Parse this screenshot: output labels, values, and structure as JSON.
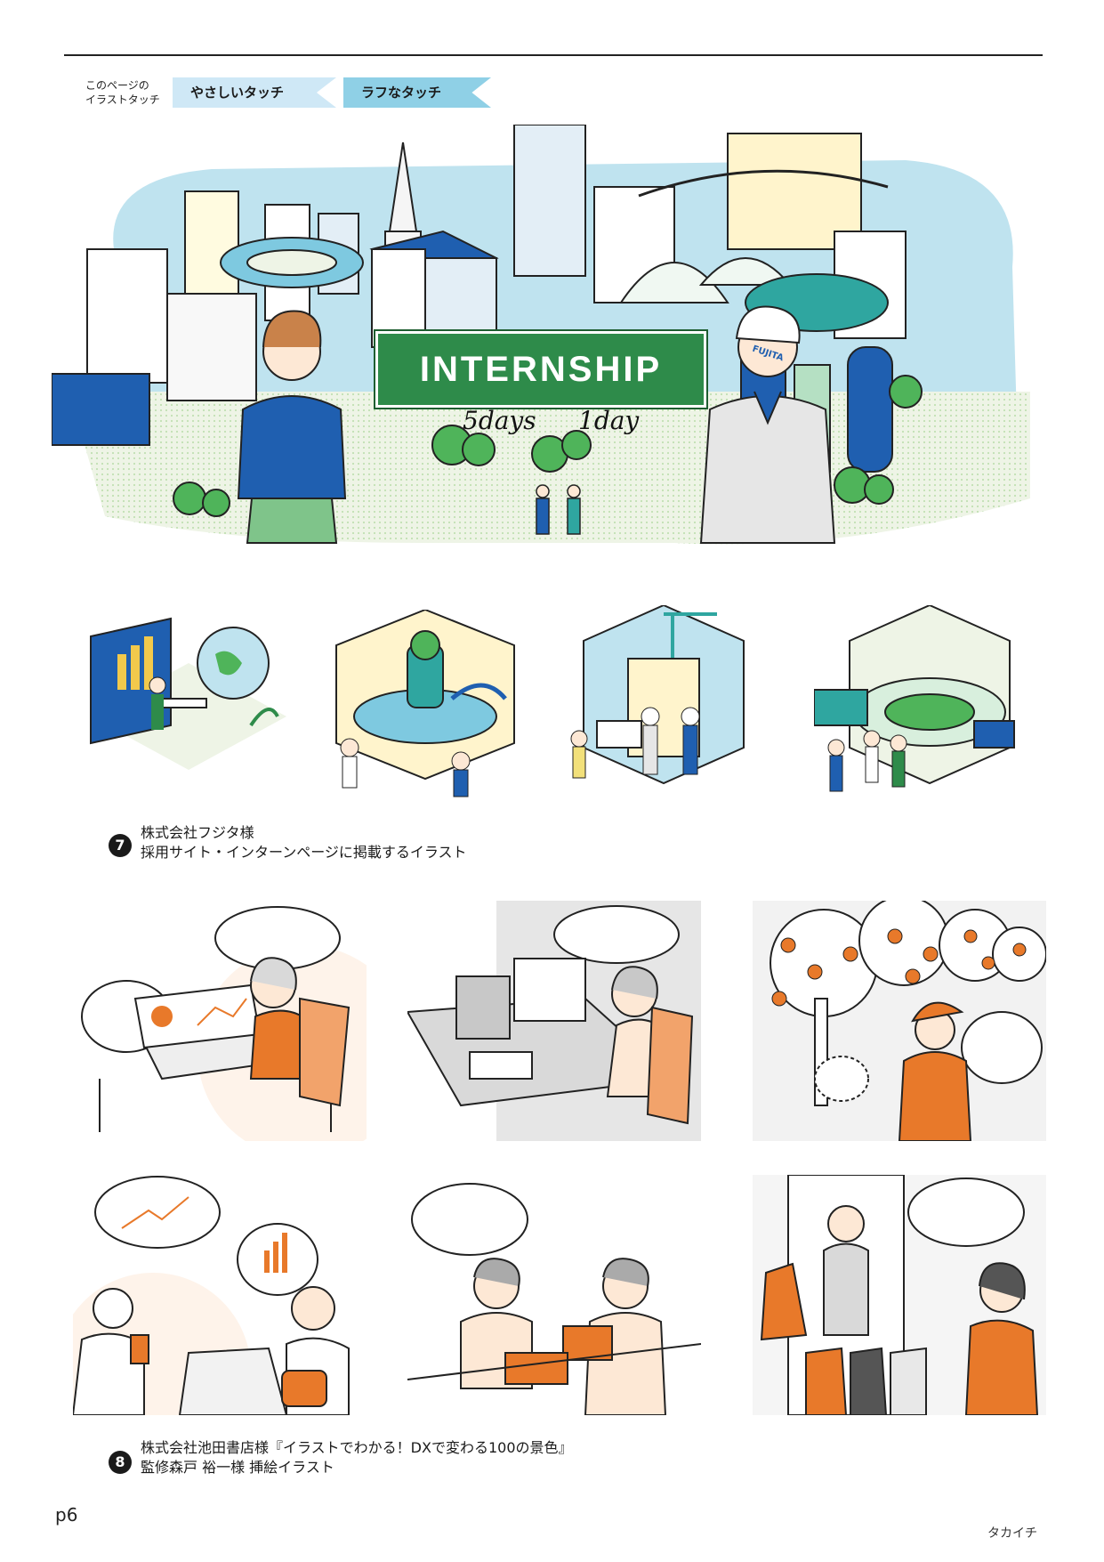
{
  "header": {
    "touch_label_line1": "このページの",
    "touch_label_line2": "イラストタッチ",
    "tag_soft": "やさしいタッチ",
    "tag_rough": "ラフなタッチ"
  },
  "hero": {
    "banner_title": "INTERNSHIP",
    "banner_sub1": "5days",
    "banner_sub2": "1day",
    "helmet_text": "FUJITA"
  },
  "caption7": {
    "number": "7",
    "line1": "株式会社フジタ様",
    "line2": "採用サイト・インターンページに掲載するイラスト"
  },
  "caption8": {
    "number": "8",
    "line1": "株式会社池田書店様『イラストでわかる！DXで変わる100の景色』",
    "line2": "監修森戸 裕一様 挿絵イラスト"
  },
  "footer": {
    "page_number": "p6",
    "signature": "タカイチ"
  },
  "colors": {
    "accent_blue": "#1f5fb0",
    "accent_green": "#2e8b4a",
    "accent_orange": "#e8792a",
    "sky": "#bfe3ef"
  }
}
